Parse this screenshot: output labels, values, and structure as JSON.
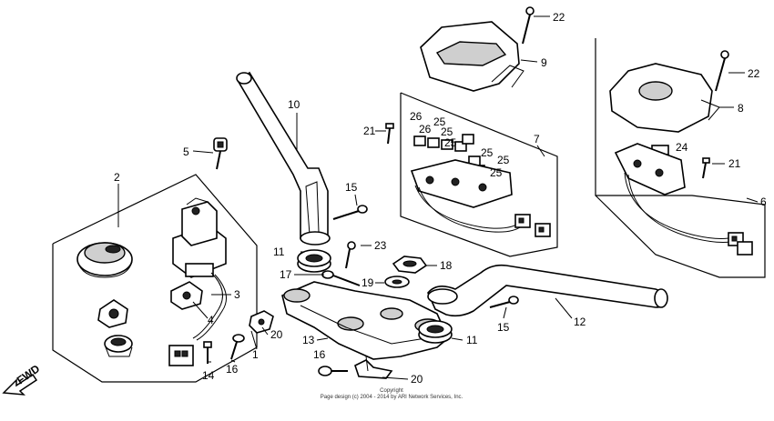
{
  "direction_label": "FWD",
  "copyright": {
    "line1": "Copyright",
    "line2": "Page design (c) 2004 - 2014 by ARI Network Services, Inc."
  },
  "callouts": [
    {
      "id": "c1a",
      "text": "1"
    },
    {
      "id": "c2",
      "text": "2"
    },
    {
      "id": "c3",
      "text": "3"
    },
    {
      "id": "c4",
      "text": "4"
    },
    {
      "id": "c5",
      "text": "5"
    },
    {
      "id": "c6",
      "text": "6"
    },
    {
      "id": "c7",
      "text": "7"
    },
    {
      "id": "c8",
      "text": "8"
    },
    {
      "id": "c9",
      "text": "9"
    },
    {
      "id": "c10",
      "text": "10"
    },
    {
      "id": "c11a",
      "text": "11"
    },
    {
      "id": "c11b",
      "text": "11"
    },
    {
      "id": "c12",
      "text": "12"
    },
    {
      "id": "c13",
      "text": "13"
    },
    {
      "id": "c14",
      "text": "14"
    },
    {
      "id": "c15a",
      "text": "15"
    },
    {
      "id": "c15b",
      "text": "15"
    },
    {
      "id": "c16a",
      "text": "16"
    },
    {
      "id": "c16b",
      "text": "16"
    },
    {
      "id": "c17",
      "text": "17"
    },
    {
      "id": "c18",
      "text": "18"
    },
    {
      "id": "c19",
      "text": "19"
    },
    {
      "id": "c20a",
      "text": "20"
    },
    {
      "id": "c20b",
      "text": "20"
    },
    {
      "id": "c21a",
      "text": "21"
    },
    {
      "id": "c21b",
      "text": "21"
    },
    {
      "id": "c22a",
      "text": "22"
    },
    {
      "id": "c22b",
      "text": "22"
    },
    {
      "id": "c23",
      "text": "23"
    },
    {
      "id": "c24",
      "text": "24"
    },
    {
      "id": "c25a",
      "text": "25"
    },
    {
      "id": "c25b",
      "text": "25"
    },
    {
      "id": "c25c",
      "text": "25"
    },
    {
      "id": "c25d",
      "text": "25"
    },
    {
      "id": "c25e",
      "text": "25"
    },
    {
      "id": "c25f",
      "text": "25"
    },
    {
      "id": "c26a",
      "text": "26"
    },
    {
      "id": "c26b",
      "text": "26"
    }
  ]
}
